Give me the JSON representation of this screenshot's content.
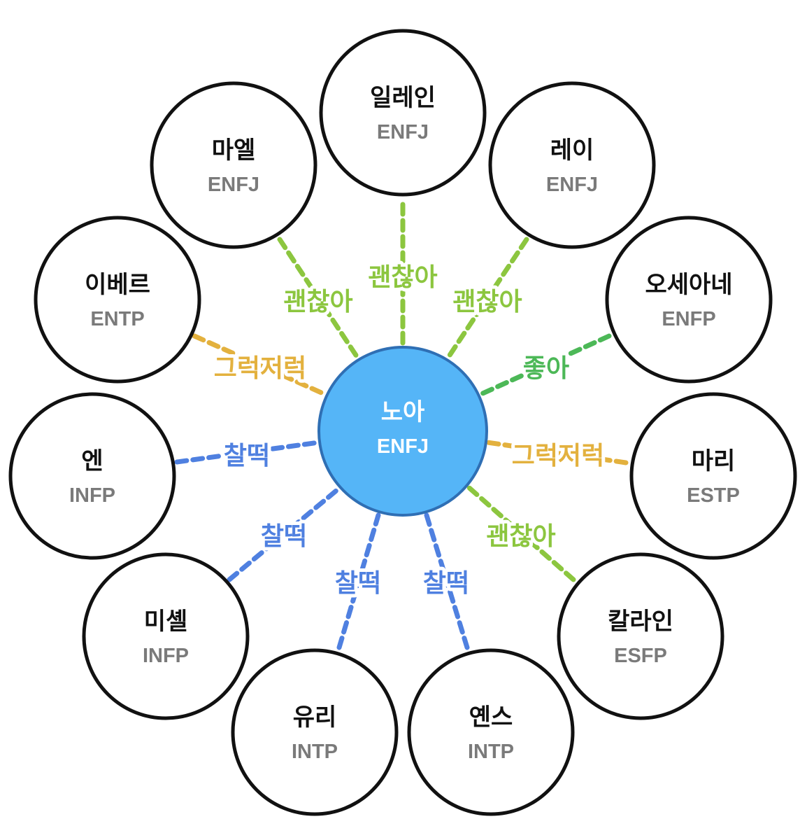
{
  "center": {
    "name": "노아",
    "type": "ENFJ"
  },
  "nodes": [
    {
      "id": "ilein",
      "name": "일레인",
      "type": "ENFJ",
      "relation": "괜찮아"
    },
    {
      "id": "rei",
      "name": "레이",
      "type": "ENFJ",
      "relation": "괜찮아"
    },
    {
      "id": "osseane",
      "name": "오세아네",
      "type": "ENFP",
      "relation": "좋아"
    },
    {
      "id": "mari",
      "name": "마리",
      "type": "ESTP",
      "relation": "그럭저럭"
    },
    {
      "id": "kalain",
      "name": "칼라인",
      "type": "ESFP",
      "relation": "괜찮아"
    },
    {
      "id": "yens",
      "name": "옌스",
      "type": "INTP",
      "relation": "찰떡"
    },
    {
      "id": "yuri",
      "name": "유리",
      "type": "INTP",
      "relation": "찰떡"
    },
    {
      "id": "mishel",
      "name": "미셸",
      "type": "INFP",
      "relation": "찰떡"
    },
    {
      "id": "en",
      "name": "엔",
      "type": "INFP",
      "relation": "찰떡"
    },
    {
      "id": "iberu",
      "name": "이베르",
      "type": "ENTP",
      "relation": "그럭저럭"
    },
    {
      "id": "mael",
      "name": "마엘",
      "type": "ENFJ",
      "relation": "괜찮아"
    }
  ],
  "relation_colors": {
    "괜찮아": "#8cc63f",
    "좋아": "#4cb857",
    "그럭저럭": "#e3b13e",
    "찰떡": "#4f80e0"
  },
  "colors": {
    "center_fill": "#55b5f7",
    "center_stroke": "#2f6fb4",
    "node_fill": "#ffffff",
    "node_stroke": "#111111"
  }
}
